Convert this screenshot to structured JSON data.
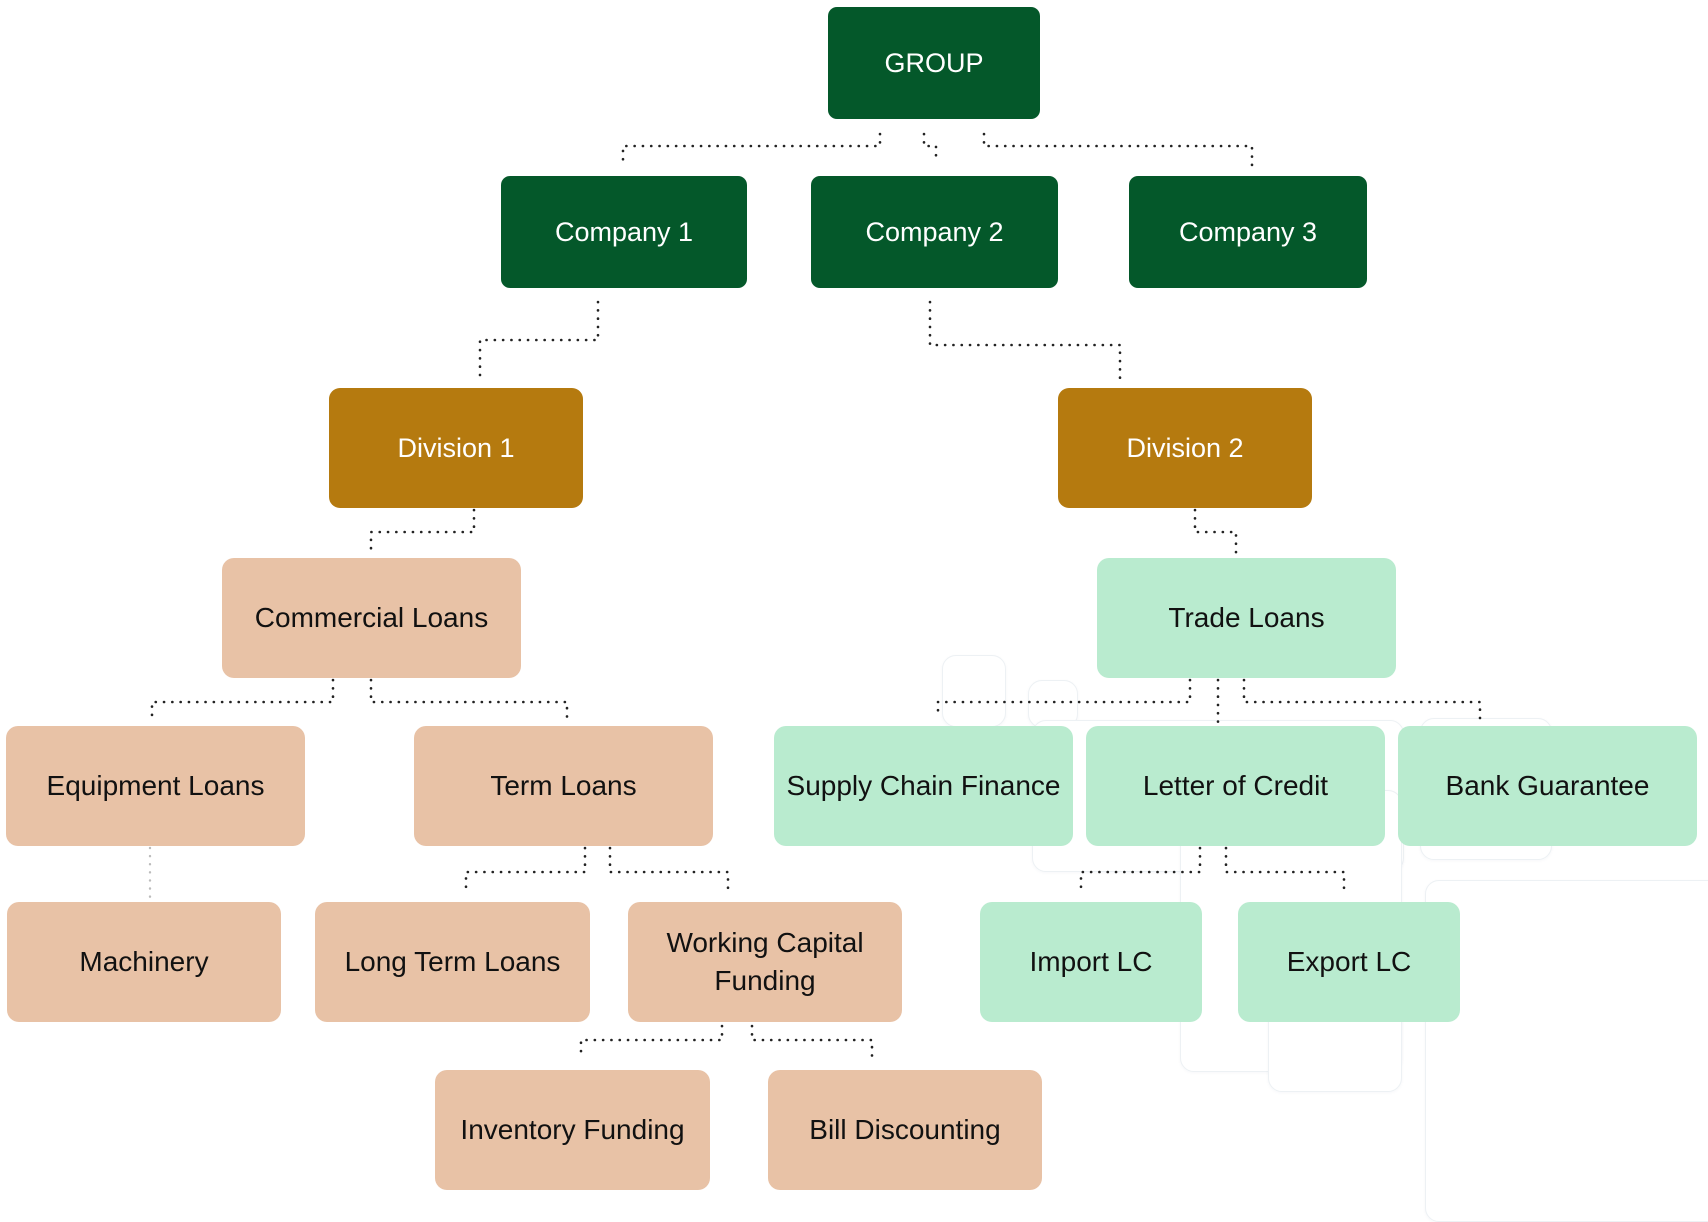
{
  "nodes": {
    "group": "GROUP",
    "company_1": "Company 1",
    "company_2": "Company 2",
    "company_3": "Company 3",
    "division_1": "Division 1",
    "division_2": "Division 2",
    "commercial_loans": "Commercial Loans",
    "trade_loans": "Trade Loans",
    "equipment_loans": "Equipment Loans",
    "term_loans": "Term Loans",
    "supply_chain_finance": "Supply Chain Finance",
    "letter_of_credit": "Letter of Credit",
    "bank_guarantee": "Bank Guarantee",
    "machinery": "Machinery",
    "long_term_loans": "Long Term Loans",
    "working_capital_funding": "Working Capital Funding",
    "import_lc": "Import LC",
    "export_lc": "Export LC",
    "inventory_funding": "Inventory Funding",
    "bill_discounting": "Bill Discounting"
  },
  "edges": [
    [
      "group",
      "company_1"
    ],
    [
      "group",
      "company_2"
    ],
    [
      "group",
      "company_3"
    ],
    [
      "company_1",
      "division_1"
    ],
    [
      "company_2",
      "division_2"
    ],
    [
      "division_1",
      "commercial_loans"
    ],
    [
      "division_2",
      "trade_loans"
    ],
    [
      "commercial_loans",
      "equipment_loans"
    ],
    [
      "commercial_loans",
      "term_loans"
    ],
    [
      "trade_loans",
      "supply_chain_finance"
    ],
    [
      "trade_loans",
      "letter_of_credit"
    ],
    [
      "trade_loans",
      "bank_guarantee"
    ],
    [
      "equipment_loans",
      "machinery"
    ],
    [
      "term_loans",
      "long_term_loans"
    ],
    [
      "term_loans",
      "working_capital_funding"
    ],
    [
      "letter_of_credit",
      "import_lc"
    ],
    [
      "letter_of_credit",
      "export_lc"
    ],
    [
      "working_capital_funding",
      "inventory_funding"
    ],
    [
      "working_capital_funding",
      "bill_discounting"
    ]
  ],
  "colors": {
    "dark_green": "#04582a",
    "gold": "#b57a0f",
    "peach": "#e8c2a6",
    "mint": "#b9ebcf",
    "connector": "#222222",
    "connector_light": "#bcbcbc"
  }
}
